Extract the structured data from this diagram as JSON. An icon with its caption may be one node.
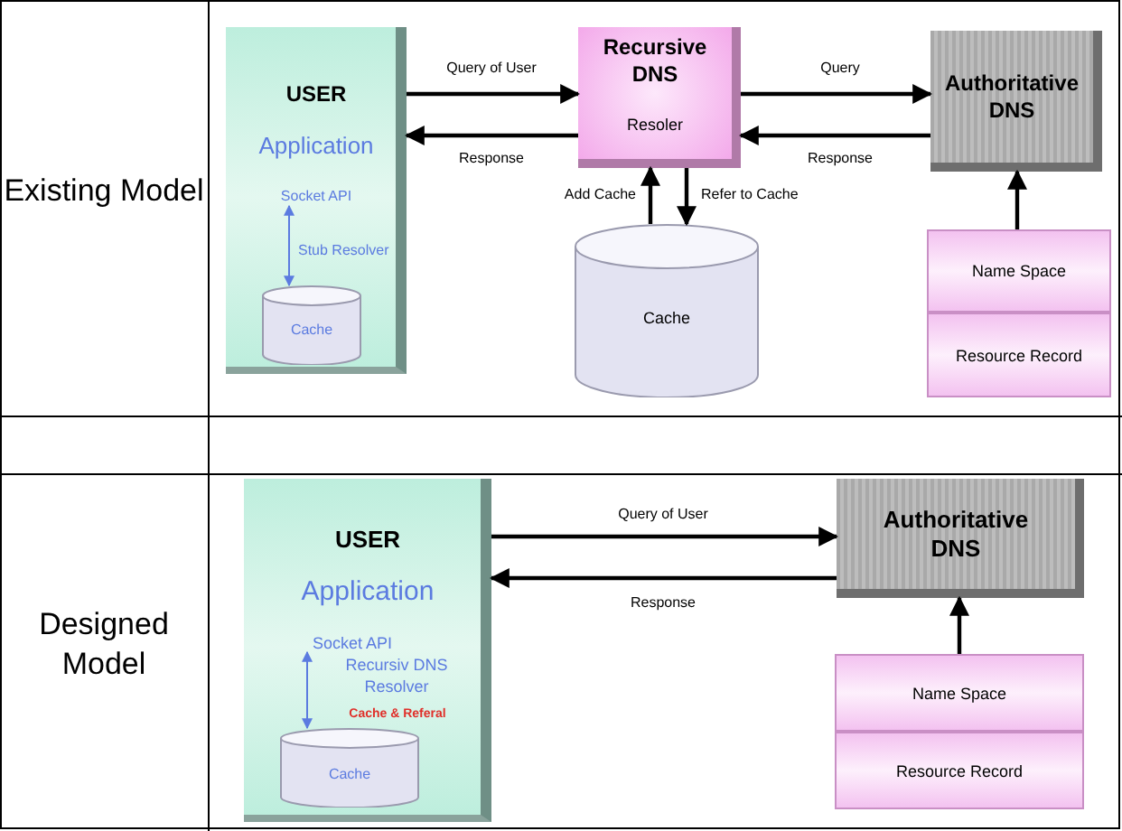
{
  "diagram": {
    "nodes": [
      {
        "text": [
          "USER",
          "Application",
          "Stub Resolver"
        ]
      },
      {
        "text": [
          "Socket API"
        ],
        "in": 0
      },
      {
        "text": [
          "Cache"
        ],
        "in": 0
      },
      {
        "text": [
          "Recursive DNS",
          "Resoler"
        ]
      },
      {
        "text": [
          "Cache"
        ]
      },
      {
        "text": [
          "Authoritative DNS"
        ]
      },
      {
        "text": [
          "Name Space"
        ]
      },
      {
        "text": [
          "Resource Record"
        ]
      },
      {
        "text": [
          "USER",
          "Application",
          "Recursiv DNS Resolver",
          "Cache & Referal"
        ]
      },
      {
        "text": [
          "Socket API"
        ],
        "in": 8
      },
      {
        "text": [
          "Cache"
        ],
        "in": 8
      },
      {
        "text": [
          "Authoritative DNS"
        ]
      },
      {
        "text": [
          "Name Space"
        ]
      },
      {
        "text": [
          "Resource Record"
        ]
      }
    ],
    "edges": [
      {
        "from": 1,
        "to": 2,
        "arrow": "both",
        "color": "#5b7be0"
      },
      {
        "from": 0,
        "to": 3,
        "arrow": "to",
        "label": "Query of User"
      },
      {
        "from": 3,
        "to": 0,
        "arrow": "to",
        "label": "Response"
      },
      {
        "from": 3,
        "to": 5,
        "arrow": "to",
        "label": "Query"
      },
      {
        "from": 5,
        "to": 3,
        "arrow": "to",
        "label": "Response"
      },
      {
        "from": 4,
        "to": 3,
        "arrow": "to",
        "label": "Add Cache"
      },
      {
        "from": 3,
        "to": 4,
        "arrow": "to",
        "label": "Refer to Cache"
      },
      {
        "from": 6,
        "to": 5,
        "arrow": "to"
      },
      {
        "from": 9,
        "to": 10,
        "arrow": "both",
        "color": "#5b7be0"
      },
      {
        "from": 8,
        "to": 11,
        "arrow": "to",
        "label": "Query of User"
      },
      {
        "from": 11,
        "to": 8,
        "arrow": "to",
        "label": "Response"
      },
      {
        "from": 12,
        "to": 11,
        "arrow": "to"
      }
    ],
    "labels": [
      "Existing Model",
      "Designed Model"
    ]
  }
}
